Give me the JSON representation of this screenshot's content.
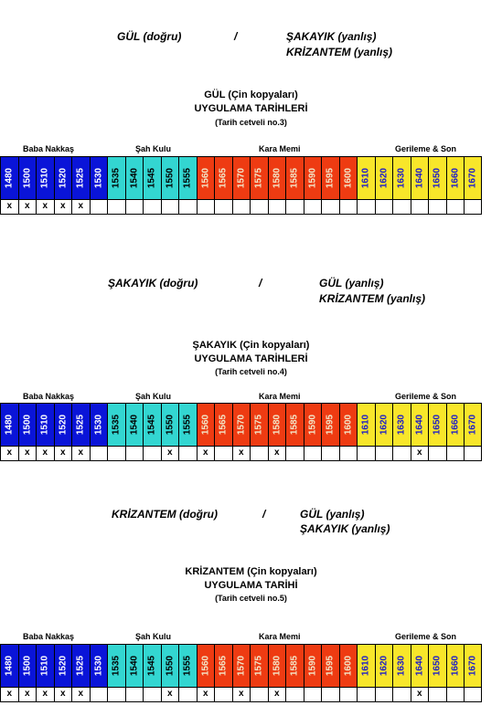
{
  "colors": {
    "blue": "#0a14d8",
    "cyan": "#33d6d1",
    "red": "#ee3b12",
    "yellow": "#f8e62a",
    "blue_text": "#ffffff",
    "cyan_text": "#000000",
    "red_text": "#f2e6c8",
    "yellow_text": "#1c1cc8"
  },
  "eras": [
    {
      "label": "Baba Nakkaş"
    },
    {
      "label": "Şah Kulu"
    },
    {
      "label": "Kara Memi"
    },
    {
      "label": "Gerileme & Son"
    }
  ],
  "years": [
    "1480",
    "1500",
    "1510",
    "1520",
    "1525",
    "1530",
    "1535",
    "1540",
    "1545",
    "1550",
    "1555",
    "1560",
    "1565",
    "1570",
    "1575",
    "1580",
    "1585",
    "1590",
    "1595",
    "1600",
    "1610",
    "1620",
    "1630",
    "1640",
    "1650",
    "1660",
    "1670"
  ],
  "sections": [
    {
      "header": {
        "correct": "GÜL (doğru)",
        "slash": "/",
        "wrong1": "ŞAKAYIK (yanlış)",
        "wrong2": "KRİZANTEM (yanlış)"
      },
      "title1": "GÜL (Çin kopyaları)",
      "title2": "UYGULAMA TARİHLERİ",
      "subtitle": "(Tarih cetveli no.3)",
      "marks": [
        "x",
        "x",
        "x",
        "x",
        "x",
        "",
        "",
        "",
        "",
        "",
        "",
        "",
        "",
        "",
        "",
        "",
        "",
        "",
        "",
        "",
        "",
        "",
        "",
        "",
        "",
        "",
        ""
      ]
    },
    {
      "header": {
        "correct": "ŞAKAYIK (doğru)",
        "slash": "/",
        "wrong1": "GÜL (yanlış)",
        "wrong2": "KRİZANTEM (yanlış)"
      },
      "title1": "ŞAKAYIK (Çin kopyaları)",
      "title2": "UYGULAMA TARİHLERİ",
      "subtitle": "(Tarih cetveli no.4)",
      "marks": [
        "x",
        "x",
        "x",
        "x",
        "x",
        "",
        "",
        "",
        "",
        "x",
        "",
        "x",
        "",
        "x",
        "",
        "x",
        "",
        "",
        "",
        "",
        "",
        "",
        "",
        "x",
        "",
        "",
        ""
      ]
    },
    {
      "header": {
        "correct": "KRİZANTEM (doğru)",
        "slash": "/",
        "wrong1": "GÜL (yanlış)",
        "wrong2": "ŞAKAYIK (yanlış)"
      },
      "title1": "KRİZANTEM (Çin kopyaları)",
      "title2": "UYGULAMA TARİHİ",
      "subtitle": "(Tarih cetveli no.5)",
      "marks": [
        "x",
        "x",
        "x",
        "x",
        "x",
        "",
        "",
        "",
        "",
        "x",
        "",
        "x",
        "",
        "x",
        "",
        "x",
        "",
        "",
        "",
        "",
        "",
        "",
        "",
        "x",
        "",
        "",
        ""
      ]
    }
  ]
}
